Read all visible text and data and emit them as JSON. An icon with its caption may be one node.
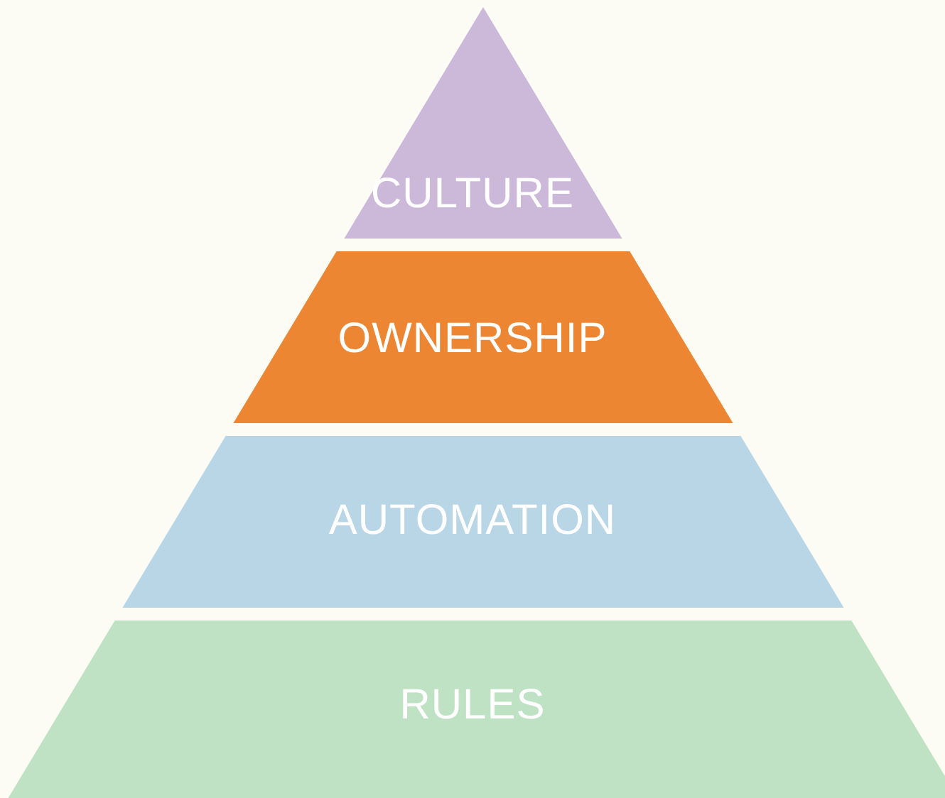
{
  "diagram": {
    "nodes": [
      {
        "text": [
          "CULTURE"
        ]
      },
      {
        "text": [
          "OWNERSHIP"
        ]
      },
      {
        "text": [
          "AUTOMATION"
        ]
      },
      {
        "text": [
          "RULES"
        ]
      }
    ]
  }
}
